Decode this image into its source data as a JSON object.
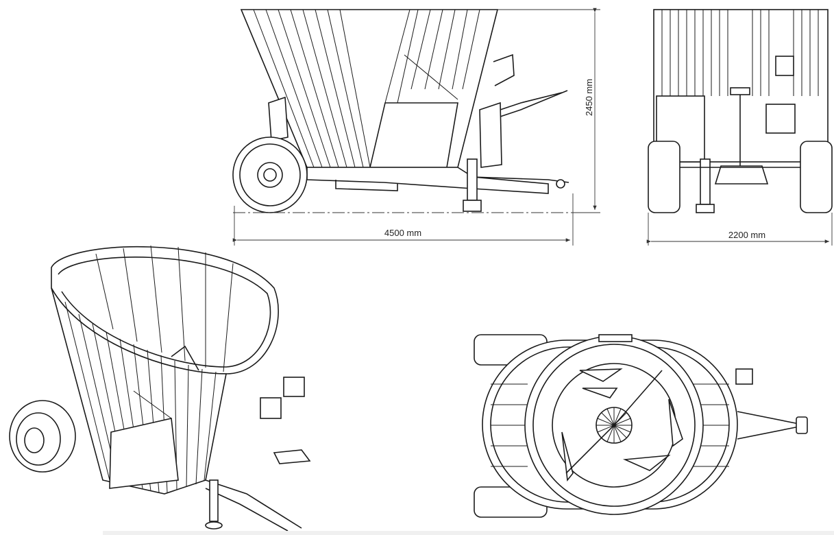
{
  "dimensions": {
    "length": "4500 mm",
    "height": "2450 mm",
    "width": "2200 mm"
  },
  "views": [
    "side-view",
    "rear-view",
    "isometric-view",
    "top-view"
  ],
  "colors": {
    "line": "#1a1a1a",
    "background": "#ffffff"
  }
}
